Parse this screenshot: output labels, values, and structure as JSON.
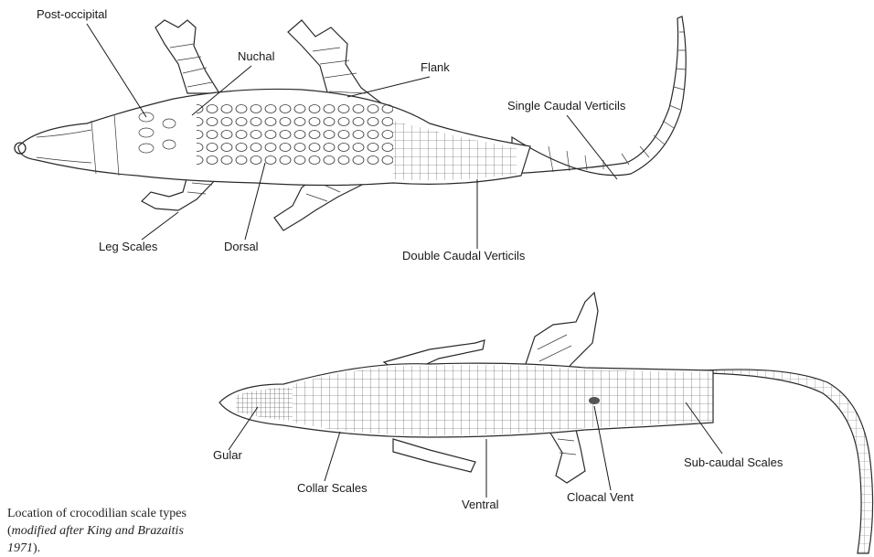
{
  "labels": {
    "post_occipital": "Post-occipital",
    "nuchal": "Nuchal",
    "flank": "Flank",
    "single_caudal": "Single Caudal Verticils",
    "leg_scales": "Leg Scales",
    "dorsal": "Dorsal",
    "double_caudal": "Double Caudal Verticils",
    "gular": "Gular",
    "collar_scales": "Collar Scales",
    "ventral": "Ventral",
    "cloacal_vent": "Cloacal Vent",
    "sub_caudal": "Sub-caudal Scales"
  },
  "caption": {
    "text": "Location of crocodilian scale types (",
    "italic": "modified after King and Brazaitis 1971",
    "end": ")."
  }
}
